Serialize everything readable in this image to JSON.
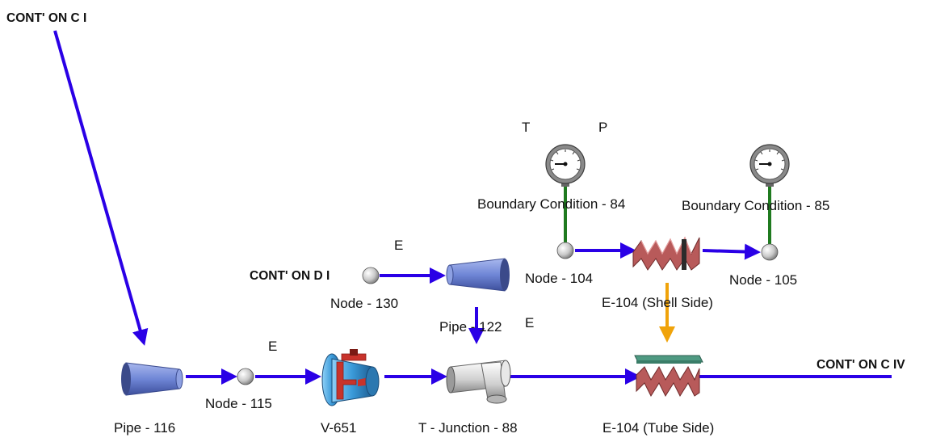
{
  "colors": {
    "flow_line": "#2a00e6",
    "instrument_line": "#1f7a1f",
    "heat_line": "#f0a30a",
    "pipe_fill": "#6f86d6",
    "hx_fill": "#b85a5a",
    "hx_plate": "#4f9a82",
    "valve_blue": "#3a9ad9",
    "valve_red": "#c8332b"
  },
  "connectors": {
    "cont_c1": "CONT' ON C I",
    "cont_d1": "CONT' ON D I",
    "cont_c4": "CONT' ON C IV"
  },
  "components": {
    "pipe_116": "Pipe - 116",
    "node_115": "Node - 115",
    "valve_651": "V-651",
    "t_junction_88": "T - Junction - 88",
    "hx_tube": "E-104 (Tube Side)",
    "node_130": "Node - 130",
    "pipe_122": "Pipe - 122",
    "node_104": "Node - 104",
    "hx_shell": "E-104 (Shell Side)",
    "node_105": "Node - 105",
    "bc_84": "Boundary Condition - 84",
    "bc_85": "Boundary Condition - 85"
  },
  "markers": {
    "e_main": "E",
    "e_upper": "E",
    "e_junction": "E",
    "t": "T",
    "p": "P"
  },
  "icons": [
    "pipe-icon",
    "node-icon",
    "valve-icon",
    "t-junction-icon",
    "heat-exchanger-icon",
    "gauge-icon"
  ]
}
